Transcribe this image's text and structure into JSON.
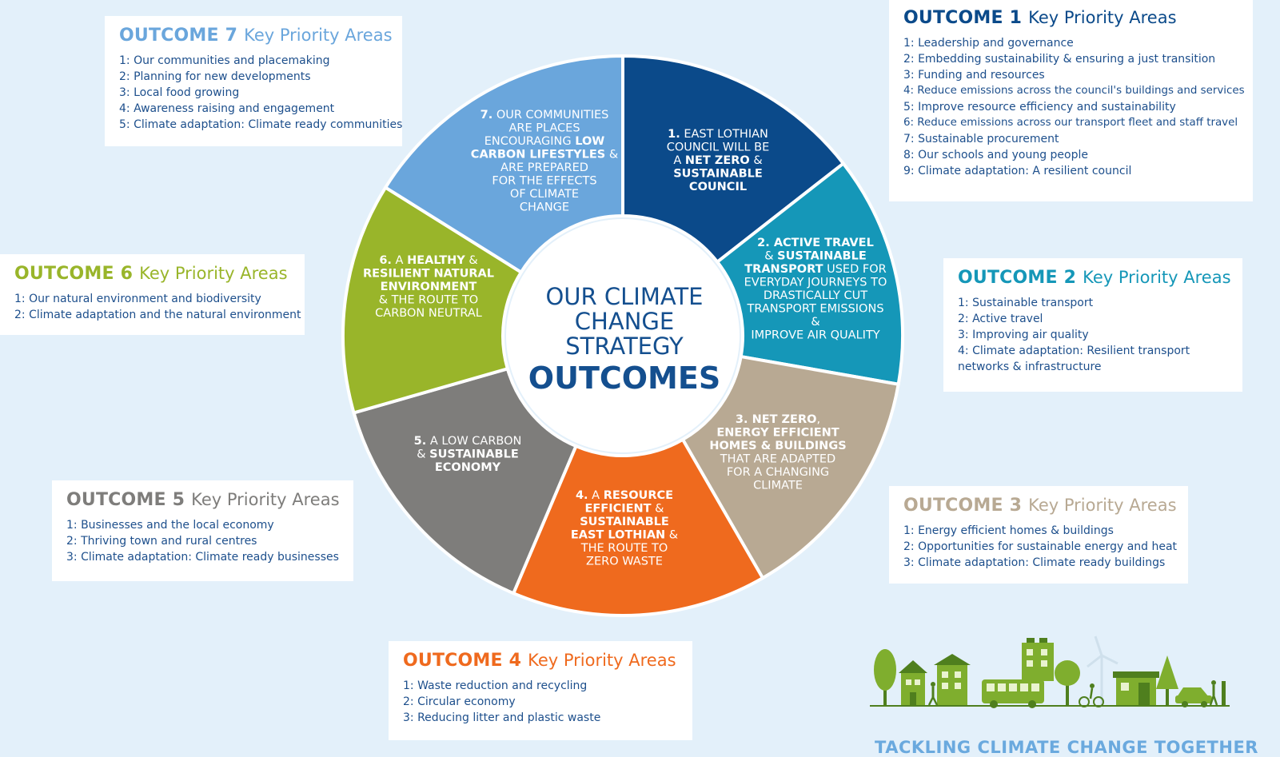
{
  "center": {
    "lines": [
      "OUR CLIMATE",
      "CHANGE",
      "STRATEGY"
    ],
    "emphasis": "OUTCOMES"
  },
  "colors": {
    "o1": "#0b4a8a",
    "o2": "#1597b8",
    "o3": "#b8a993",
    "o4": "#ef6a1e",
    "o5": "#7e7d7b",
    "o6": "#99b52a",
    "o7": "#6aa6dc",
    "center_text": "#144f8f"
  },
  "segments": [
    {
      "id": "o1",
      "lines": [
        [
          "1.",
          " EAST LOTHIAN"
        ],
        [
          "COUNCIL WILL BE"
        ],
        [
          "A ",
          "NET ZERO",
          " &"
        ],
        [
          "SUSTAINABLE"
        ],
        [
          "COUNCIL"
        ]
      ]
    },
    {
      "id": "o2",
      "lines": [
        [
          "2. ACTIVE TRAVEL"
        ],
        [
          "& ",
          "SUSTAINABLE"
        ],
        [
          "TRANSPORT",
          " USED FOR"
        ],
        [
          "EVERYDAY JOURNEYS TO"
        ],
        [
          "DRASTICALLY CUT"
        ],
        [
          "TRANSPORT EMISSIONS"
        ],
        [
          "&"
        ],
        [
          "IMPROVE AIR QUALITY"
        ]
      ]
    },
    {
      "id": "o3",
      "lines": [
        [
          "3. NET ZERO",
          ","
        ],
        [
          "ENERGY EFFICIENT"
        ],
        [
          "HOMES & BUILDINGS"
        ],
        [
          "THAT ARE ADAPTED"
        ],
        [
          "FOR A CHANGING"
        ],
        [
          "CLIMATE"
        ]
      ]
    },
    {
      "id": "o4",
      "lines": [
        [
          "4.",
          " A ",
          "RESOURCE"
        ],
        [
          "EFFICIENT",
          " &"
        ],
        [
          "SUSTAINABLE"
        ],
        [
          "EAST LOTHIAN",
          " &"
        ],
        [
          "THE ROUTE TO"
        ],
        [
          "ZERO WASTE"
        ]
      ]
    },
    {
      "id": "o5",
      "lines": [
        [
          "5.",
          " A LOW CARBON"
        ],
        [
          "& ",
          "SUSTAINABLE"
        ],
        [
          "ECONOMY"
        ]
      ]
    },
    {
      "id": "o6",
      "lines": [
        [
          "6.",
          " A ",
          "HEALTHY",
          " &"
        ],
        [
          "RESILIENT NATURAL"
        ],
        [
          "ENVIRONMENT"
        ],
        [
          "& THE ROUTE TO"
        ],
        [
          "CARBON NEUTRAL"
        ]
      ]
    },
    {
      "id": "o7",
      "lines": [
        [
          "7.",
          " OUR COMMUNITIES"
        ],
        [
          "ARE PLACES"
        ],
        [
          "ENCOURAGING ",
          "LOW"
        ],
        [
          "CARBON LIFESTYLES",
          " &"
        ],
        [
          "ARE PREPARED"
        ],
        [
          "FOR THE EFFECTS"
        ],
        [
          "OF CLIMATE"
        ],
        [
          "CHANGE"
        ]
      ]
    }
  ],
  "boxes": {
    "o1": {
      "title": "OUTCOME 1",
      "subtitle": "Key Priority Areas",
      "items": [
        "1: Leadership and governance",
        "2: Embedding sustainability & ensuring a just transition",
        "3: Funding and resources",
        "4: Reduce emissions across the council's buildings and services",
        "5: Improve resource efficiency and sustainability",
        "6: Reduce emissions across our transport fleet and staff travel",
        "7: Sustainable procurement",
        "8: Our schools and young people",
        "9: Climate adaptation: A resilient council"
      ]
    },
    "o2": {
      "title": "OUTCOME 2",
      "subtitle": "Key Priority Areas",
      "items": [
        "1: Sustainable transport",
        "2: Active travel",
        "3: Improving air quality",
        "4: Climate adaptation: Resilient transport networks & infrastructure"
      ]
    },
    "o3": {
      "title": "OUTCOME 3",
      "subtitle": "Key Priority Areas",
      "items": [
        "1: Energy efficient homes & buildings",
        "2: Opportunities for sustainable energy and heat",
        "3: Climate adaptation: Climate ready buildings"
      ]
    },
    "o4": {
      "title": "OUTCOME 4",
      "subtitle": "Key Priority Areas",
      "items": [
        "1: Waste reduction and recycling",
        "2: Circular economy",
        "3: Reducing litter and plastic waste"
      ]
    },
    "o5": {
      "title": "OUTCOME 5",
      "subtitle": "Key Priority Areas",
      "items": [
        "1: Businesses and the local economy",
        "2: Thriving town and rural centres",
        "3: Climate adaptation: Climate ready businesses"
      ]
    },
    "o6": {
      "title": "OUTCOME 6",
      "subtitle": "Key Priority Areas",
      "items": [
        "1: Our natural environment and biodiversity",
        "2: Climate adaptation and the natural environment"
      ]
    },
    "o7": {
      "title": "OUTCOME 7",
      "subtitle": "Key Priority Areas",
      "items": [
        "1: Our communities and placemaking",
        "2: Planning for new developments",
        "3: Local food growing",
        "4: Awareness raising and engagement",
        "5: Climate adaptation: Climate ready communities"
      ]
    }
  },
  "tagline": "TACKLING CLIMATE CHANGE TOGETHER",
  "illustration": {
    "icon": "sustainable-town-illustration",
    "colors": [
      "#7fae2e",
      "#4f7f1e",
      "#b9d36a"
    ]
  }
}
